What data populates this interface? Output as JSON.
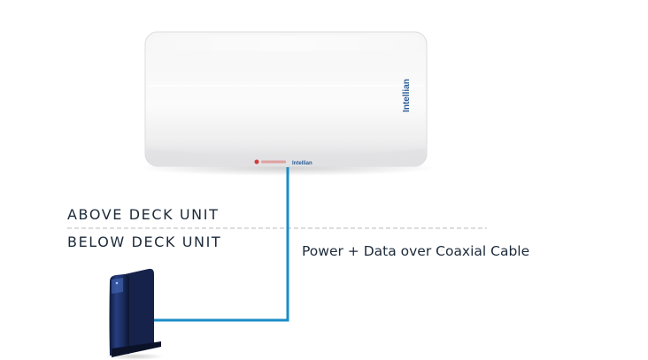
{
  "labels": {
    "above_deck": "ABOVE DECK UNIT",
    "below_deck": "BELOW DECK UNIT",
    "cable": "Power + Data over Coaxial Cable"
  },
  "antenna": {
    "brand_side": "Intellian",
    "brand_bottom": "Intellian"
  },
  "colors": {
    "cable": "#1a8cc8",
    "divider": "#b8b8b8",
    "text": "#1c2a3a",
    "brand": "#2a5d95",
    "router_body": "#1d2f63"
  }
}
